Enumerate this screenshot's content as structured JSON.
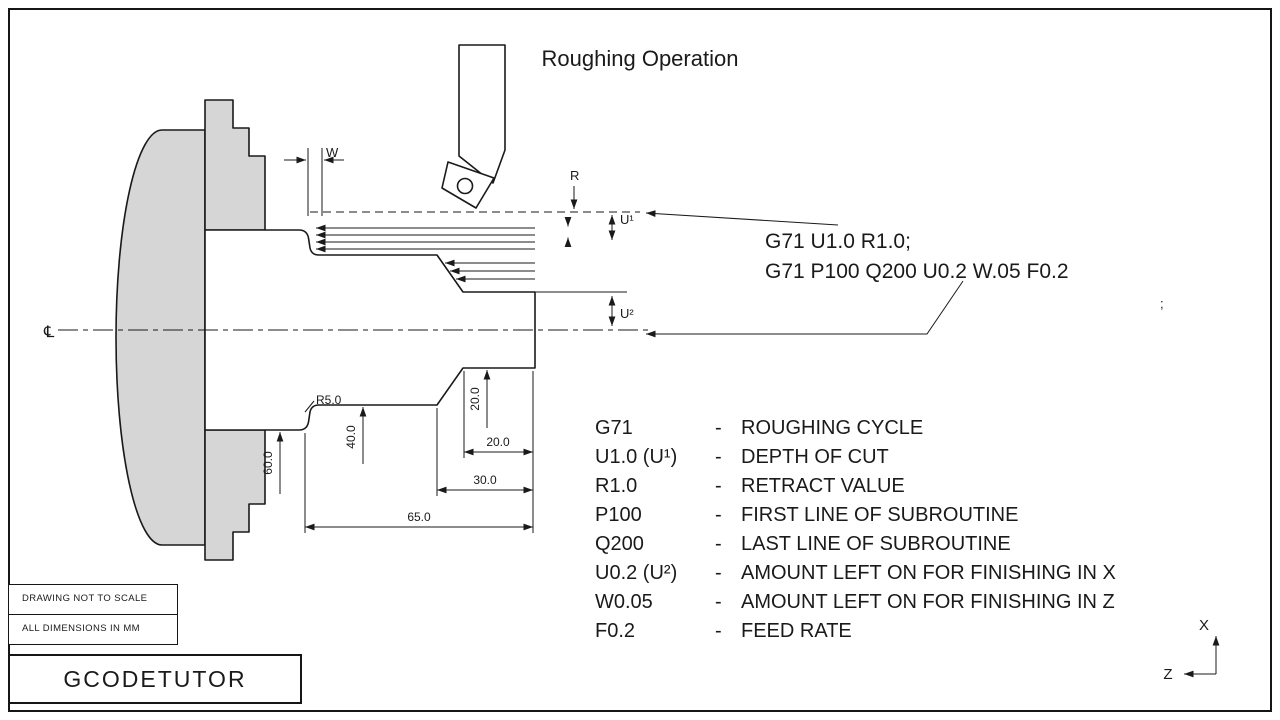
{
  "title": "Roughing Operation",
  "gcode": {
    "line1": "G71 U1.0 R1.0;",
    "line2": "G71 P100 Q200 U0.2 W.05 F0.2",
    "stray": ";"
  },
  "diagram_labels": {
    "w": "W",
    "r": "R",
    "u1": "U¹",
    "u2": "U²",
    "dim_20_vertical": "20.0",
    "dim_20_horizontal": "20.0",
    "dim_30": "30.0",
    "dim_65": "65.0",
    "dim_40": "40.0",
    "dim_60": "60.0",
    "radius": "R5.0",
    "centerline_symbol": "℄"
  },
  "legend": [
    {
      "code": "G71",
      "separator": "-",
      "desc": "ROUGHING CYCLE"
    },
    {
      "code": "U1.0  (U¹)",
      "separator": "-",
      "desc": "DEPTH OF CUT"
    },
    {
      "code": "R1.0",
      "separator": "-",
      "desc": "RETRACT VALUE"
    },
    {
      "code": "P100",
      "separator": "-",
      "desc": "FIRST LINE OF SUBROUTINE"
    },
    {
      "code": "Q200",
      "separator": "-",
      "desc": "LAST LINE OF SUBROUTINE"
    },
    {
      "code": "U0.2  (U²)",
      "separator": "-",
      "desc": "AMOUNT LEFT ON FOR FINISHING IN X"
    },
    {
      "code": "W0.05",
      "separator": "-",
      "desc": "AMOUNT LEFT ON FOR FINISHING IN Z"
    },
    {
      "code": "F0.2",
      "separator": "-",
      "desc": "FEED RATE"
    }
  ],
  "footer": {
    "note_scale": "DRAWING NOT TO SCALE",
    "note_units": "ALL DIMENSIONS IN MM",
    "brand": "GCODETUTOR"
  },
  "axes": {
    "x": "X",
    "z": "Z"
  },
  "colors": {
    "line": "#1a1a1a",
    "chuck_fill": "#d6d6d6",
    "background": "#ffffff"
  }
}
